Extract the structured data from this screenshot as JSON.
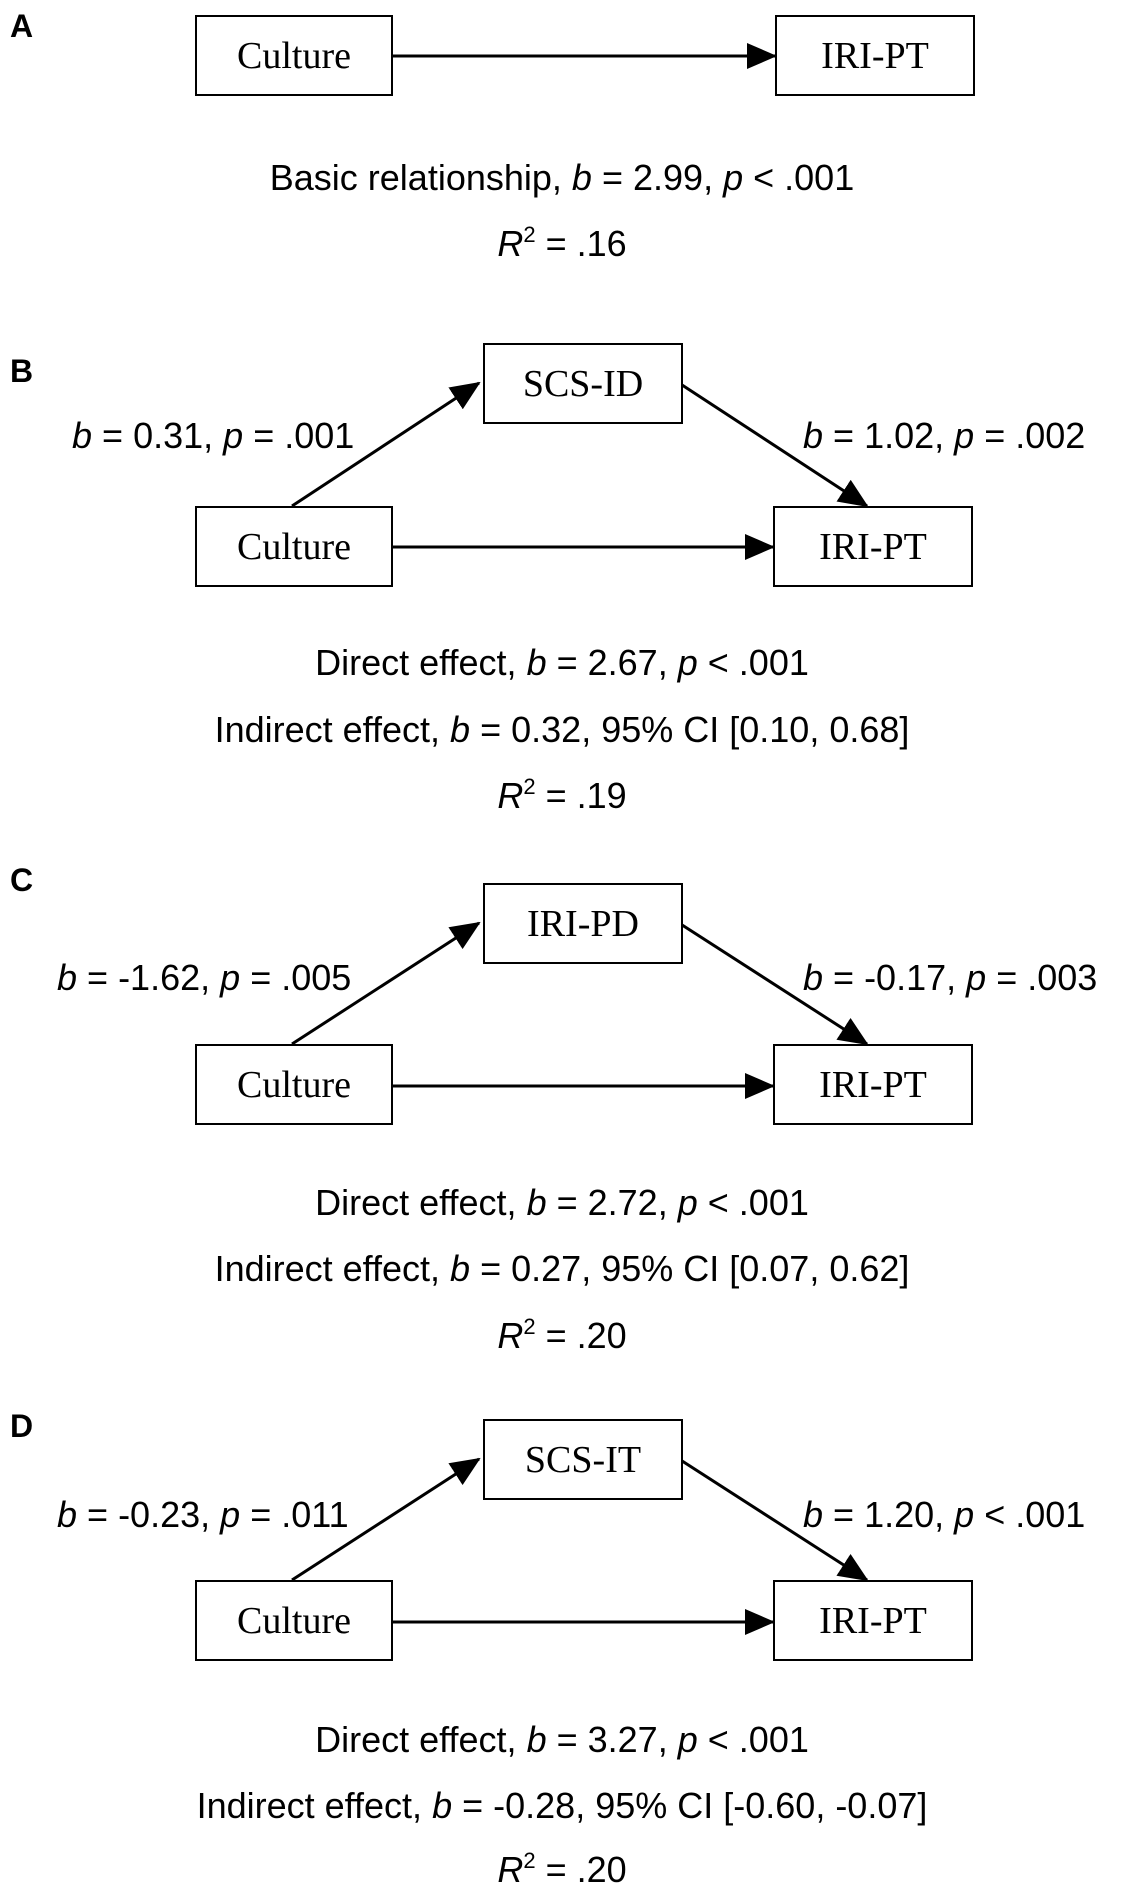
{
  "panels": [
    {
      "letter": "A",
      "nodes": {
        "predictor": "Culture",
        "outcome": "IRI-PT"
      },
      "result": {
        "prefix": "Basic relationship, ",
        "b": "2.99",
        "p": "< .001"
      },
      "r2": ".16"
    },
    {
      "letter": "B",
      "nodes": {
        "predictor": "Culture",
        "mediator": "SCS-ID",
        "outcome": "IRI-PT"
      },
      "path_a": {
        "b": "0.31",
        "p": "= .001"
      },
      "path_b": {
        "b": "1.02",
        "p": "= .002"
      },
      "direct": {
        "b": "2.67",
        "p": "< .001"
      },
      "indirect": {
        "b": "0.32",
        "ci": "95% CI [0.10, 0.68]"
      },
      "r2": ".19"
    },
    {
      "letter": "C",
      "nodes": {
        "predictor": "Culture",
        "mediator": "IRI-PD",
        "outcome": "IRI-PT"
      },
      "path_a": {
        "b": "-1.62",
        "p": "= .005"
      },
      "path_b": {
        "b": "-0.17",
        "p": "= .003"
      },
      "direct": {
        "b": "2.72",
        "p": "< .001"
      },
      "indirect": {
        "b": "0.27",
        "ci": "95% CI [0.07, 0.62]"
      },
      "r2": ".20"
    },
    {
      "letter": "D",
      "nodes": {
        "predictor": "Culture",
        "mediator": "SCS-IT",
        "outcome": "IRI-PT"
      },
      "path_a": {
        "b": "-0.23",
        "p": "= .011"
      },
      "path_b": {
        "b": "1.20",
        "p": "< .001"
      },
      "direct": {
        "b": "3.27",
        "p": "< .001"
      },
      "indirect": {
        "b": "-0.28",
        "ci": "95% CI [-0.60, -0.07]"
      },
      "r2": ".20"
    }
  ],
  "text": {
    "b_symbol": "b",
    "p_symbol": "p",
    "r_symbol": "R",
    "r_exp": "2",
    "direct_prefix": "Direct effect, ",
    "indirect_prefix": "Indirect effect, ",
    "eq": " = ",
    "comma": ", "
  }
}
